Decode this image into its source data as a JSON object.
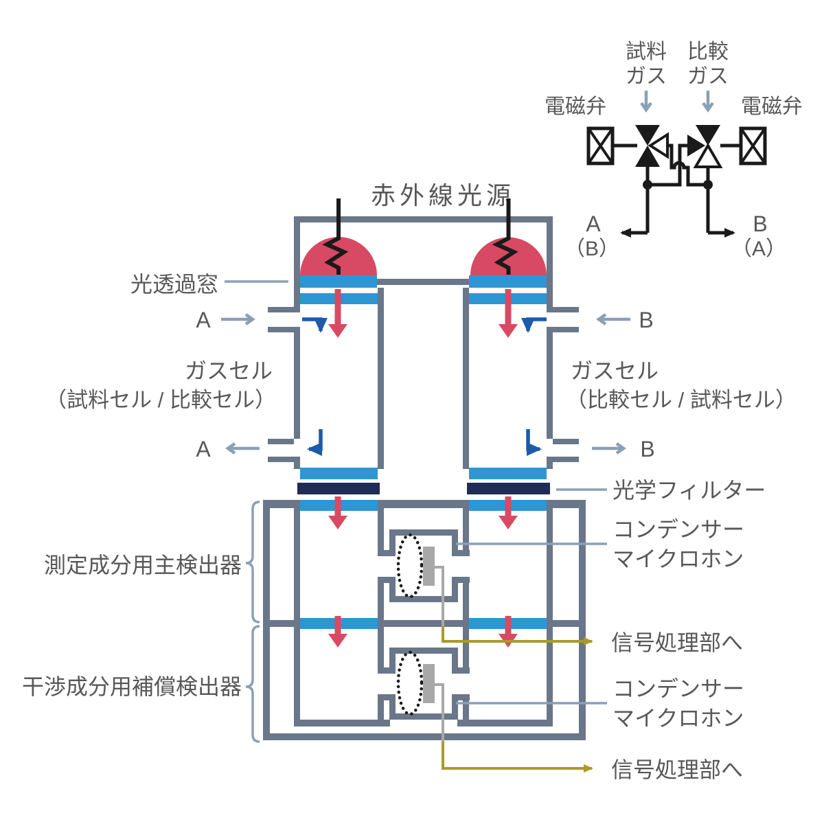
{
  "colors": {
    "structure": "#6a7689",
    "accent_slate": "#8ba0b5",
    "window_blue": "#2d96d3",
    "filter_navy": "#1f2c55",
    "ir_red": "#d84a63",
    "flow_blue": "#1d5aa9",
    "signal_olive": "#a99b28",
    "mic_gray": "#a8a8a8",
    "text_gray": "#595757",
    "line_black": "#1a1a1a"
  },
  "valve_unit": {
    "sample_gas_label": [
      "試料",
      "ガス"
    ],
    "reference_gas_label": [
      "比較",
      "ガス"
    ],
    "solenoid_valve_left": "電磁弁",
    "solenoid_valve_right": "電磁弁",
    "outlet_left_main": "A",
    "outlet_left_sub": "（B）",
    "outlet_right_main": "B",
    "outlet_right_sub": "（A）"
  },
  "analyzer": {
    "ir_source_label": "赤外線光源",
    "window_label": "光透過窓",
    "optical_filter_label": "光学フィルター",
    "gas_cell_left_label": [
      "ガスセル",
      "（試料セル / 比較セル）"
    ],
    "gas_cell_right_label": [
      "ガスセル",
      "（比較セル / 試料セル）"
    ],
    "port_a_in": "A",
    "port_a_out": "A",
    "port_b_in": "B",
    "port_b_out": "B",
    "main_detector_label": "測定成分用主検出器",
    "compensation_detector_label": "干渉成分用補償検出器",
    "mic_upper_label": [
      "コンデンサー",
      "マイクロホン"
    ],
    "mic_lower_label": [
      "コンデンサー",
      "マイクロホン"
    ],
    "signal_upper_label": "信号処理部へ",
    "signal_lower_label": "信号処理部へ"
  }
}
